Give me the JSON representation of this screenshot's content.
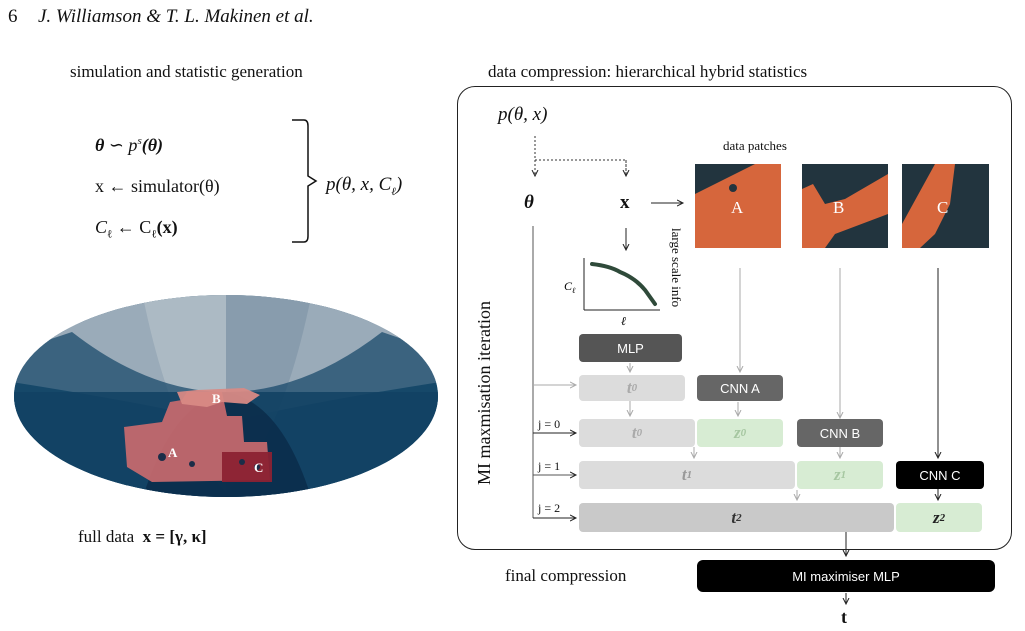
{
  "header": {
    "page_number": "6",
    "authors": "J. Williamson & T. L. Makinen et al."
  },
  "left_panel": {
    "title": "simulation and statistic generation",
    "eq_theta_lhs": "θ",
    "eq_theta_rhs": "∽ p",
    "eq_theta_sup": "s",
    "eq_theta_arg": "(θ)",
    "eq_x": "x ← simulator(θ)",
    "eq_cl_lhs": "C",
    "eq_cl_sub": "ℓ",
    "eq_cl_rhs": " ← C",
    "eq_cl_arg": "(x)",
    "joint_dist": "p(θ, x, C",
    "joint_dist_end": ")",
    "map_labels": [
      "A",
      "B",
      "C"
    ],
    "caption_prefix": "full data",
    "caption_eq": "x = [γ, κ]"
  },
  "right_panel": {
    "title": "data compression:  hierarchical hybrid statistics",
    "prior": "p(θ, x)",
    "theta": "θ",
    "x": "x",
    "patches_label": "data patches",
    "patch_letters": [
      "A",
      "B",
      "C"
    ],
    "large_scale_info": "large scale info",
    "cl_axis_y": "C",
    "cl_axis_y_sub": "ℓ",
    "cl_axis_x": "ℓ",
    "mi_iteration": "MI maxmisation iteration",
    "mlp": "MLP",
    "cnn_a": "CNN A",
    "cnn_b": "CNN B",
    "cnn_c": "CNN C",
    "t0": "t",
    "t0_sub": "0",
    "t0b": "t",
    "t0b_sub": "0",
    "z0": "z",
    "z0_sub": "0",
    "t1": "t",
    "t1_sub": "1",
    "z1": "z",
    "z1_sub": "1",
    "t2": "t",
    "t2_sub": "2",
    "z2": "z",
    "z2_sub": "2",
    "j0": "j = 0",
    "j1": "j = 1",
    "j2": "j = 2"
  },
  "bottom": {
    "final_compression": "final compression",
    "mi_mlp": "MI maximiser MLP",
    "t_out": "t"
  },
  "colors": {
    "map_ocean": "#1f4e6b",
    "map_light": "#8fa3b3",
    "patch_bg": "#22343e",
    "patch_orange": "#e0693c",
    "mlp_gray": "#555555",
    "t_gray": "#d8d8d8",
    "z_green": "#d7ecd3",
    "black": "#000000"
  }
}
